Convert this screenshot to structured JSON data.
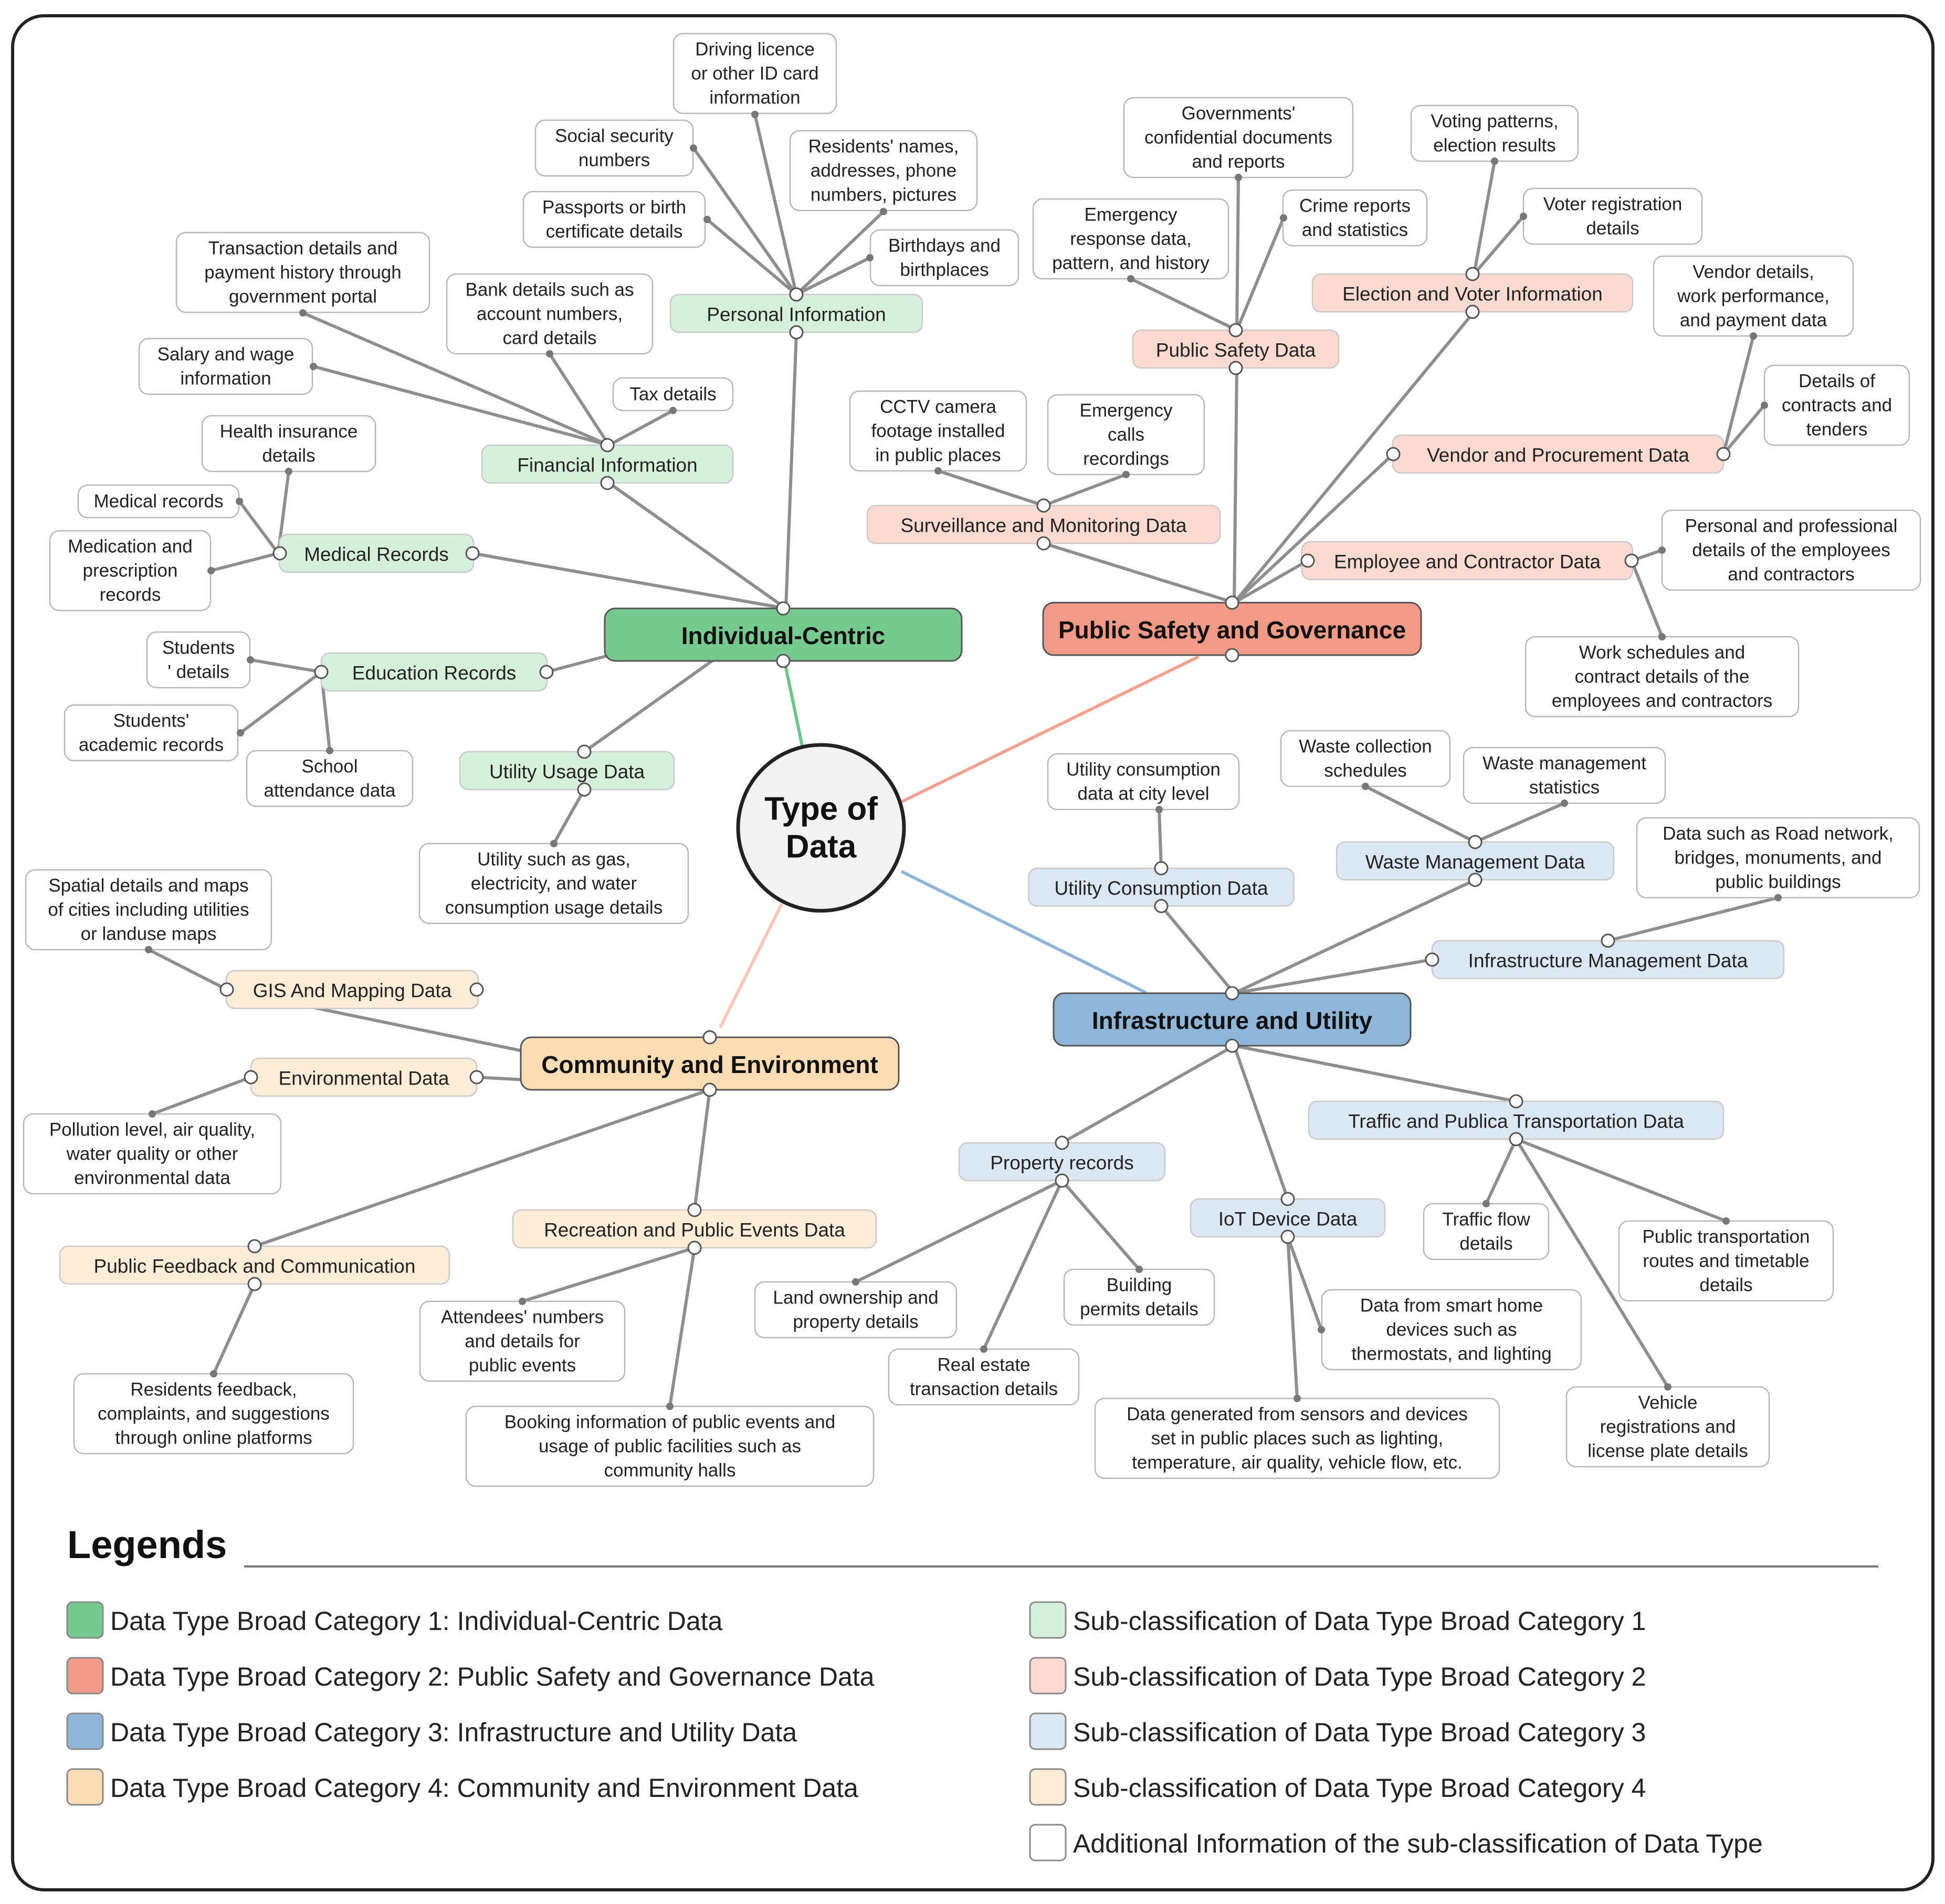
{
  "colors": {
    "cat1": "#76c98f",
    "sub1": "#d7f0dc",
    "cat2": "#f29a88",
    "sub2": "#fcd9d1",
    "cat3": "#8fb6d8",
    "sub3": "#dbe7f3",
    "cat4": "#fcdcb2",
    "sub4": "#fdecd7",
    "note": "#ffffff"
  },
  "center": {
    "label_line1": "Type of",
    "label_line2": "Data"
  },
  "categories": {
    "individual": {
      "label": "Individual-Centric"
    },
    "public_safety": {
      "label": "Public Safety and Governance"
    },
    "infrastructure": {
      "label": "Infrastructure and Utility"
    },
    "community": {
      "label": "Community and Environment"
    }
  },
  "subs": {
    "personal_information": "Personal Information",
    "financial_information": "Financial Information",
    "medical_records": "Medical Records",
    "education_records": "Education Records",
    "utility_usage_data": "Utility Usage Data",
    "public_safety_data": "Public Safety Data",
    "election_voter_information": "Election and Voter Information",
    "vendor_procurement_data": "Vendor and Procurement Data",
    "surveillance_monitoring_data": "Surveillance and Monitoring Data",
    "employee_contractor_data": "Employee and Contractor Data",
    "utility_consumption_data": "Utility Consumption Data",
    "waste_management_data": "Waste Management Data",
    "infrastructure_management_data": "Infrastructure Management Data",
    "traffic_transportation_data": "Traffic and Publica Transportation Data",
    "property_records": "Property records",
    "iot_device_data": "IoT Device Data",
    "gis_mapping_data": "GIS And Mapping Data",
    "environmental_data": "Environmental Data",
    "public_feedback_communication": "Public Feedback and Communication",
    "recreation_public_events_data": "Recreation and Public Events Data"
  },
  "notes": {
    "driving_licence": [
      "Driving licence",
      "or other ID card",
      "information"
    ],
    "social_security": [
      "Social security",
      "numbers"
    ],
    "residents_names": [
      "Residents' names,",
      "addresses, phone",
      "numbers, pictures"
    ],
    "passports": [
      "Passports or birth",
      "certificate details"
    ],
    "birthdays": [
      "Birthdays and",
      "birthplaces"
    ],
    "transaction_details": [
      "Transaction details and",
      "payment history through",
      "government portal"
    ],
    "bank_details": [
      "Bank details such as",
      "account numbers,",
      "card details"
    ],
    "salary_wage": [
      "Salary and wage",
      "information"
    ],
    "tax_details": [
      "Tax details"
    ],
    "health_insurance": [
      "Health insurance",
      "details"
    ],
    "medical_records_note": [
      "Medical records"
    ],
    "medication": [
      "Medication and",
      "prescription",
      "records"
    ],
    "students_details": [
      "Students",
      "' details"
    ],
    "students_academic": [
      "Students'",
      "academic records"
    ],
    "school_attendance": [
      "School",
      "attendance data"
    ],
    "utility_gas": [
      "Utility such as gas,",
      "electricity, and water",
      "consumption usage details"
    ],
    "gov_confidential": [
      "Governments'",
      "confidential documents",
      "and reports"
    ],
    "voting_patterns": [
      "Voting patterns,",
      "election results"
    ],
    "emergency_response": [
      "Emergency",
      "response data,",
      "pattern, and history"
    ],
    "crime_reports": [
      "Crime reports",
      "and statistics"
    ],
    "voter_registration": [
      "Voter registration",
      "details"
    ],
    "vendor_details": [
      "Vendor details,",
      "work performance,",
      "and payment data"
    ],
    "contracts_tenders": [
      "Details of",
      "contracts and",
      "tenders"
    ],
    "cctv": [
      "CCTV camera",
      "footage installed",
      "in public places"
    ],
    "emergency_calls": [
      "Emergency",
      "calls",
      "recordings"
    ],
    "personal_professional": [
      "Personal and professional",
      "details of the employees",
      "and contractors"
    ],
    "work_schedules": [
      "Work schedules and",
      "contract details of the",
      "employees and contractors"
    ],
    "utility_city": [
      "Utility consumption",
      "data at city level"
    ],
    "waste_schedules": [
      "Waste collection",
      "schedules"
    ],
    "waste_statistics": [
      "Waste management",
      "statistics"
    ],
    "road_network": [
      "Data such as Road network,",
      "bridges, monuments, and",
      "public buildings"
    ],
    "traffic_flow": [
      "Traffic flow",
      "details"
    ],
    "transport_routes": [
      "Public transportation",
      "routes and timetable",
      "details"
    ],
    "vehicle_registrations": [
      "Vehicle",
      "registrations and",
      "license plate details"
    ],
    "land_ownership": [
      "Land ownership and",
      "property details"
    ],
    "building_permits": [
      "Building",
      "permits details"
    ],
    "real_estate": [
      "Real estate",
      "transaction details"
    ],
    "smart_home": [
      "Data from smart home",
      "devices such as",
      "thermostats, and lighting"
    ],
    "sensors": [
      "Data generated from sensors and devices",
      "set in public places such as lighting,",
      "temperature, air quality, vehicle flow, etc."
    ],
    "spatial_maps": [
      "Spatial details and maps",
      "of cities including utilities",
      "or landuse maps"
    ],
    "pollution": [
      "Pollution level, air quality,",
      "water quality or other",
      "environmental data"
    ],
    "residents_feedback": [
      "Residents feedback,",
      "complaints, and suggestions",
      "through online platforms"
    ],
    "attendees": [
      "Attendees' numbers",
      "and details for",
      "public events"
    ],
    "booking": [
      "Booking information of public events and",
      "usage of public facilities such as",
      "community halls"
    ]
  },
  "legend": {
    "title": "Legends",
    "items": [
      {
        "color": "#76c98f",
        "label": "Data Type Broad Category 1: Individual-Centric Data"
      },
      {
        "color": "#f29a88",
        "label": "Data Type Broad Category 2: Public Safety and Governance Data"
      },
      {
        "color": "#8fb6d8",
        "label": "Data Type Broad Category 3: Infrastructure and Utility Data"
      },
      {
        "color": "#fcdcb2",
        "label": "Data Type Broad Category 4: Community and Environment Data"
      },
      {
        "color": "#d7f0dc",
        "label": "Sub-classification of Data Type Broad Category 1"
      },
      {
        "color": "#fcd9d1",
        "label": "Sub-classification of Data Type Broad Category 2"
      },
      {
        "color": "#dbe7f3",
        "label": "Sub-classification of Data Type Broad Category 3"
      },
      {
        "color": "#fdecd7",
        "label": "Sub-classification of Data Type Broad Category 4"
      },
      {
        "color": "#ffffff",
        "label": "Additional Information of the sub-classification of Data Type"
      }
    ]
  }
}
